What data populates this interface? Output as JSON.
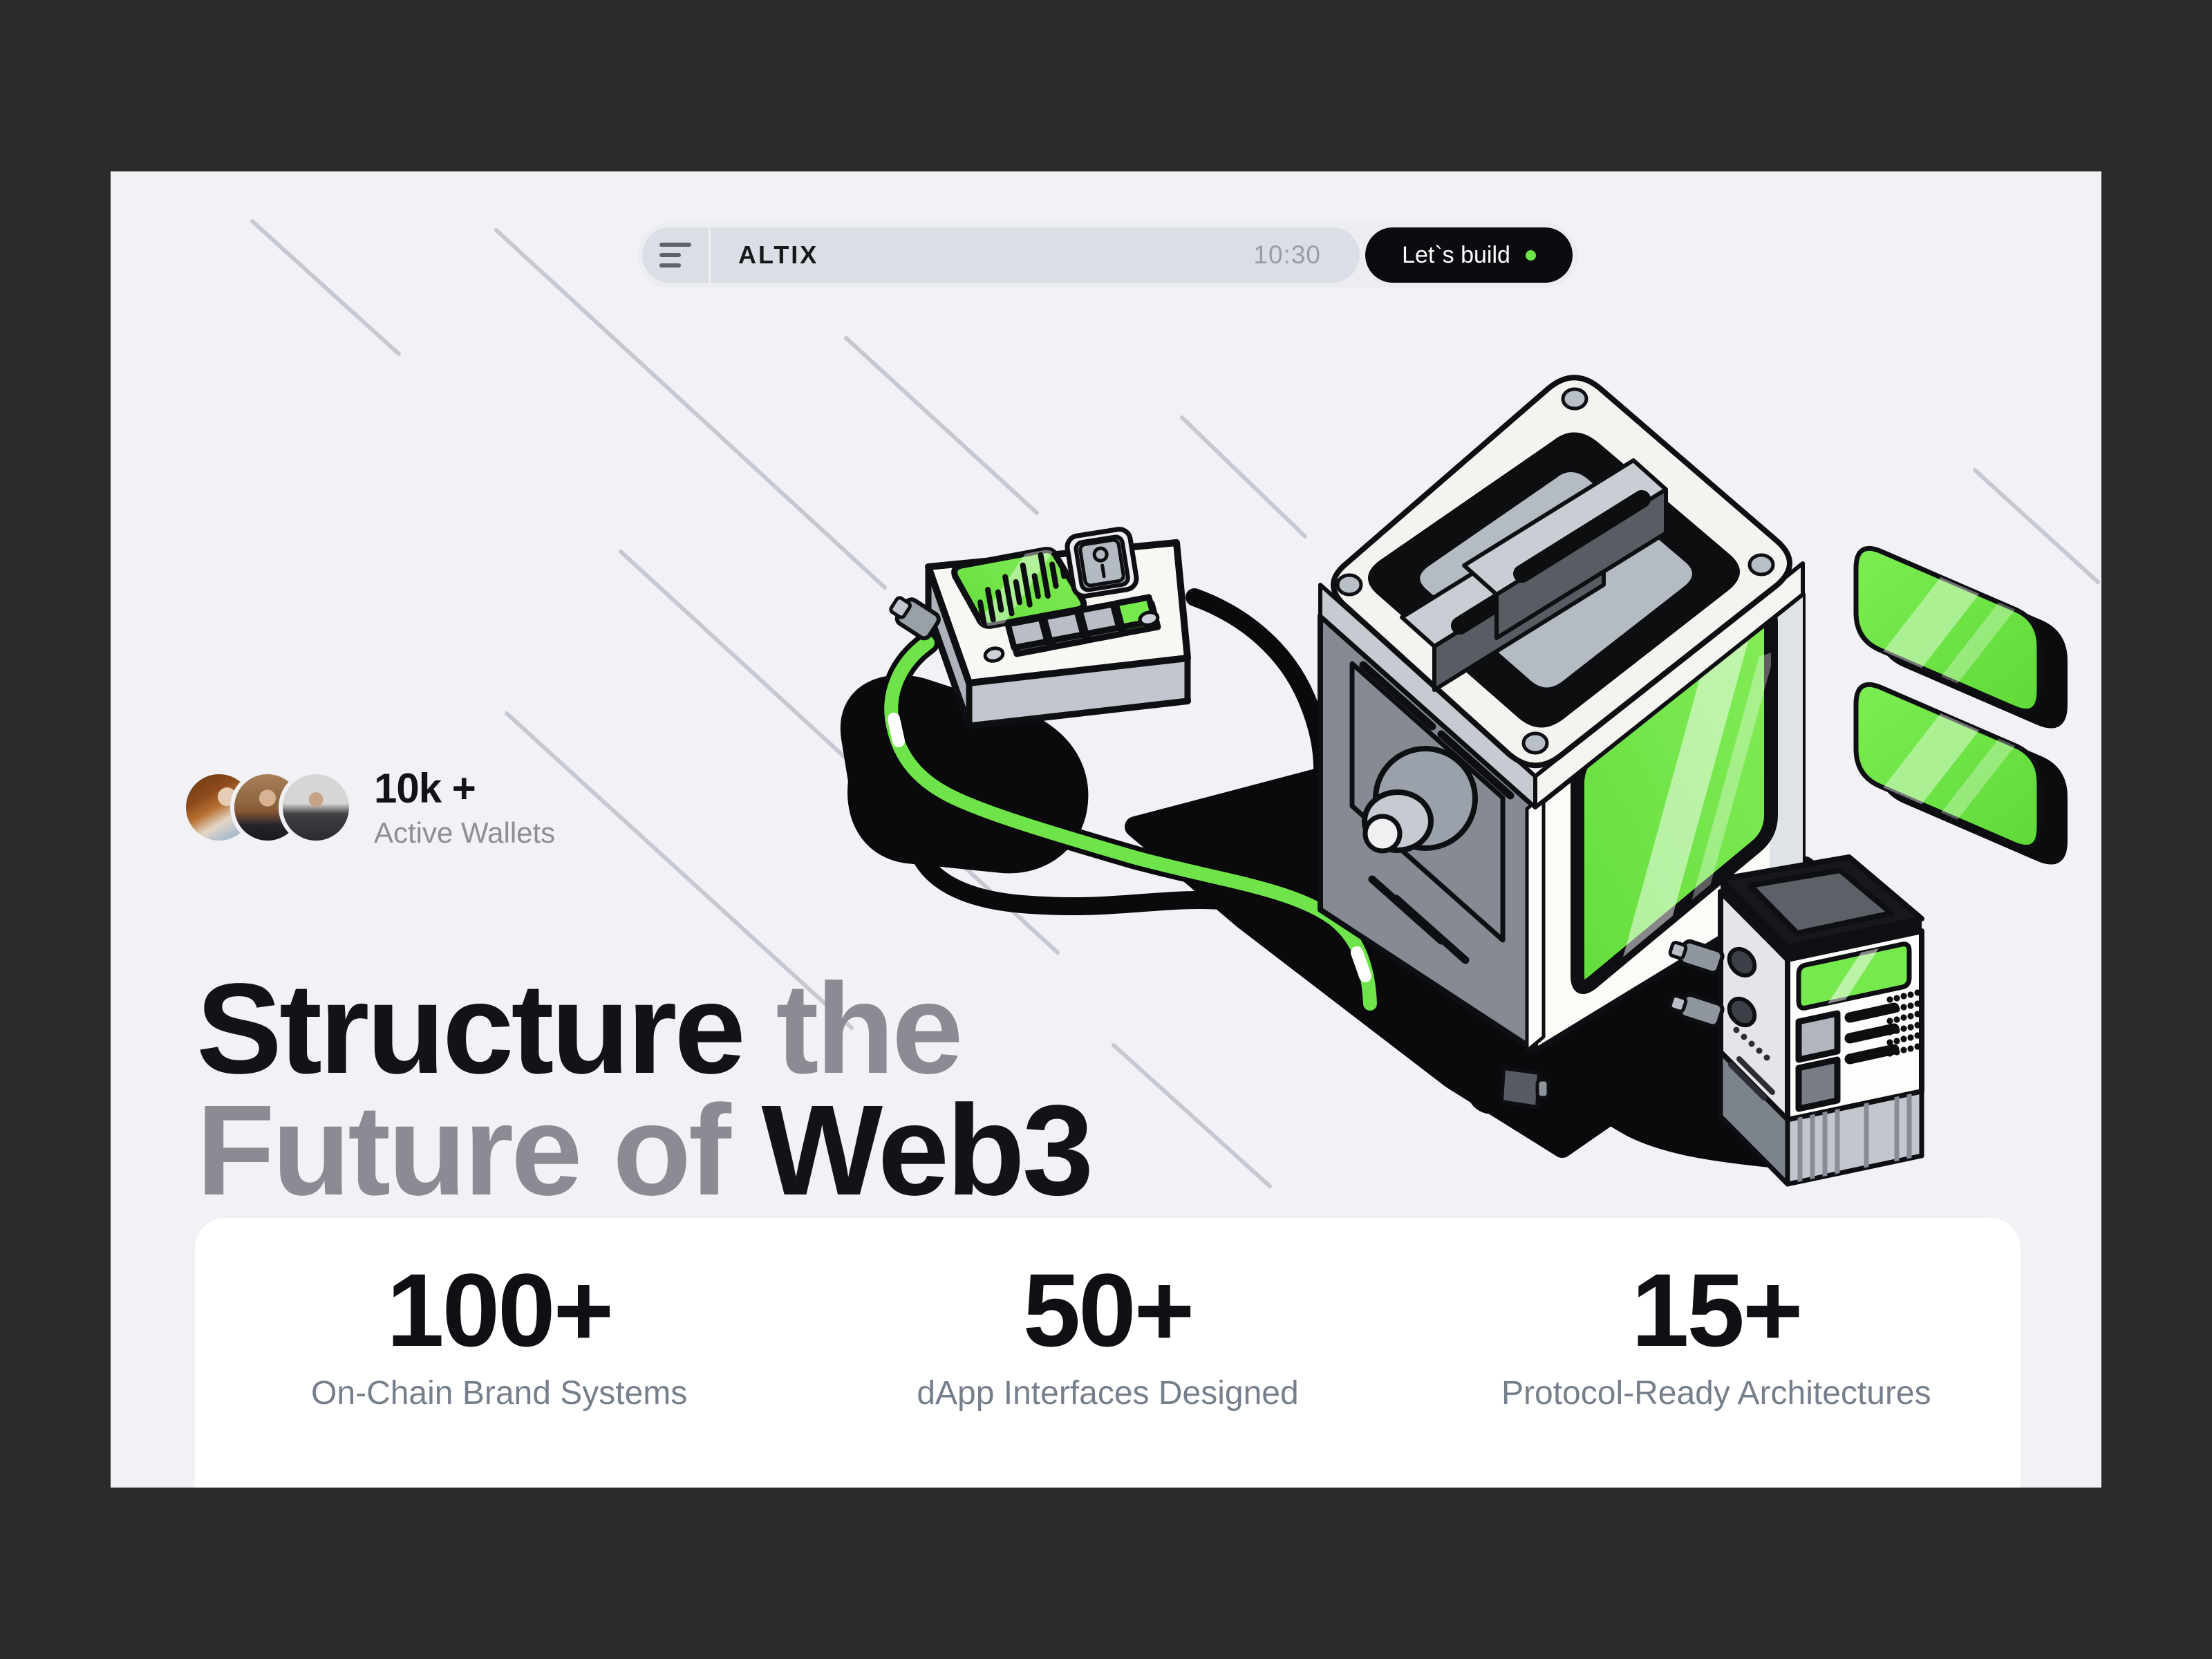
{
  "window": {
    "frame_color": "#2b2b2b",
    "canvas_color": "#f1f1f6"
  },
  "navbar": {
    "brand": "ALTIX",
    "time": "10:30",
    "cta_label": "Let`s build",
    "cta_dot_color": "#6ee64a",
    "menu_icon": "hamburger-icon"
  },
  "social_proof": {
    "count": "10k +",
    "label": "Active Wallets",
    "avatars": [
      "avatar-1",
      "avatar-2",
      "avatar-3"
    ]
  },
  "heading": {
    "part1": "Structure",
    "part2": " the",
    "part3": "Future of ",
    "part4": "Web3"
  },
  "stats": [
    {
      "value": "100+",
      "label": "On-Chain Brand Systems"
    },
    {
      "value": "50+",
      "label": "dApp Interfaces Designed"
    },
    {
      "value": "15+",
      "label": "Protocol-Ready Architectures"
    }
  ],
  "illustration": {
    "accent_green": "#6ee64a",
    "outline_color": "#0e0f12",
    "devices": [
      "handheld-meter",
      "toaster-server",
      "green-panels",
      "mini-server"
    ]
  }
}
